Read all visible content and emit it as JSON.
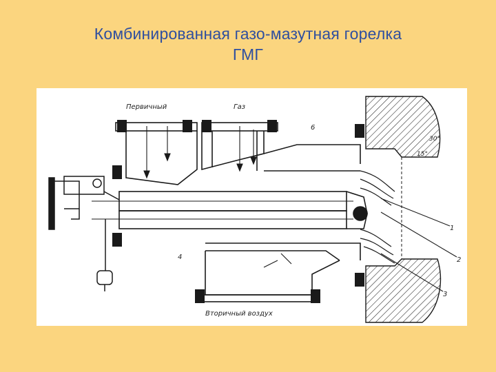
{
  "slide": {
    "title_line1": "Комбинированная газо-мазутная горелка",
    "title_line2": "ГМГ"
  },
  "diagram": {
    "labels": {
      "primary": "Первичный",
      "gas": "Газ",
      "secondary_air": "Вторичный воздух",
      "angle_30": "30°",
      "angle_15": "15°"
    },
    "callouts": [
      "1",
      "2",
      "3",
      "4",
      "6"
    ]
  },
  "colors": {
    "background": "#fbd57f",
    "title": "#2f4f9f",
    "panel": "#ffffff",
    "ink": "#1a1a1a"
  }
}
